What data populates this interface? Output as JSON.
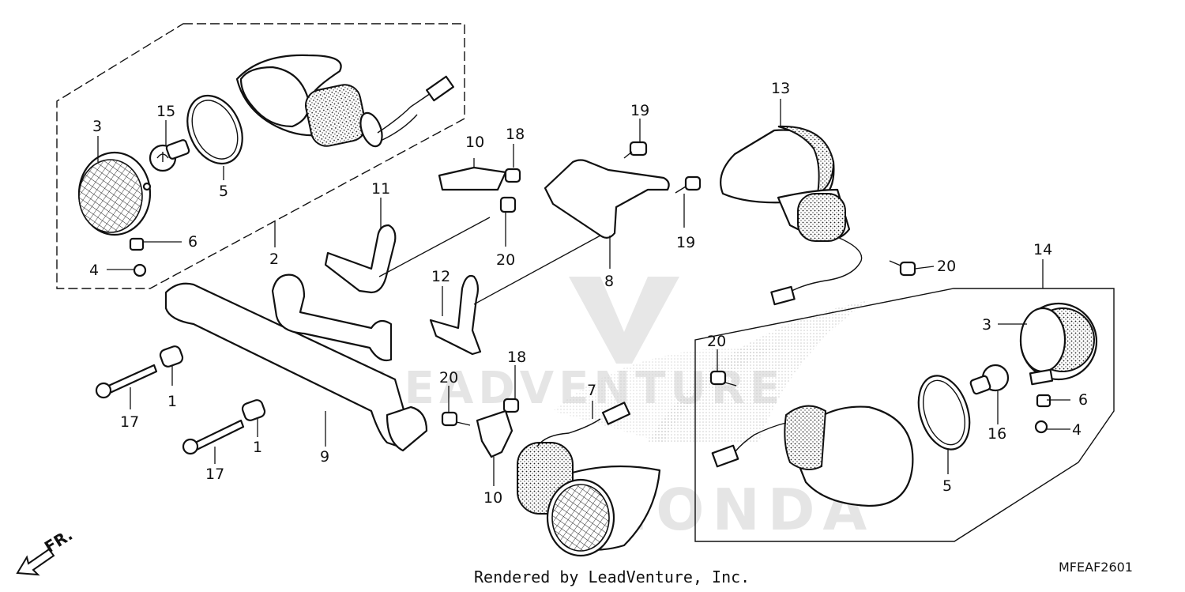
{
  "diagram": {
    "labels": {
      "l1a": "1",
      "l1b": "1",
      "l2": "2",
      "l3a": "3",
      "l3b": "3",
      "l4a": "4",
      "l4b": "4",
      "l5a": "5",
      "l5b": "5",
      "l6a": "6",
      "l6b": "6",
      "l7": "7",
      "l8": "8",
      "l9": "9",
      "l10a": "10",
      "l10b": "10",
      "l11": "11",
      "l12": "12",
      "l13": "13",
      "l14": "14",
      "l15": "15",
      "l16": "16",
      "l17a": "17",
      "l17b": "17",
      "l18a": "18",
      "l18b": "18",
      "l19a": "19",
      "l19b": "19",
      "l20a": "20",
      "l20b": "20",
      "l20c": "20",
      "l20d": "20"
    },
    "front_marker": "FR.",
    "diagram_code": "MFEAF2601",
    "footer": "Rendered by LeadVenture, Inc.",
    "watermark_text": "LEADVENTURE",
    "watermark_brand": "HONDA"
  }
}
